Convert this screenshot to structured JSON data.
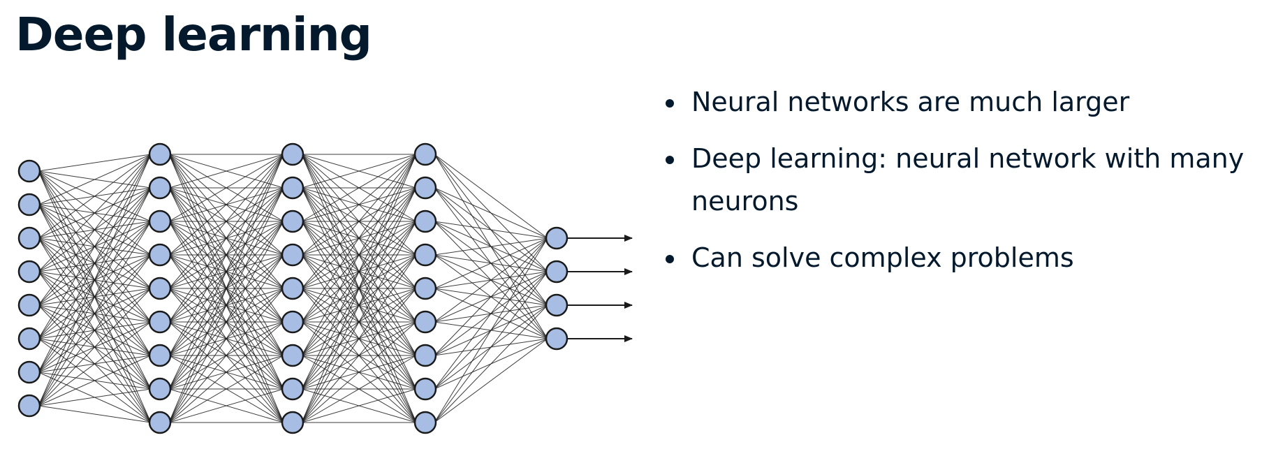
{
  "slide": {
    "title": "Deep learning",
    "bullets": [
      "Neural networks are much larger",
      "Deep learning: neural network with many neurons",
      "Can solve complex problems"
    ]
  },
  "diagram": {
    "layers": [
      8,
      9,
      9,
      9,
      4
    ],
    "output_arrows": 4,
    "colors": {
      "node_fill": "#a8bde3",
      "node_stroke": "#1a1a1a",
      "edge": "#1a1a1a",
      "text": "#05192d"
    }
  }
}
